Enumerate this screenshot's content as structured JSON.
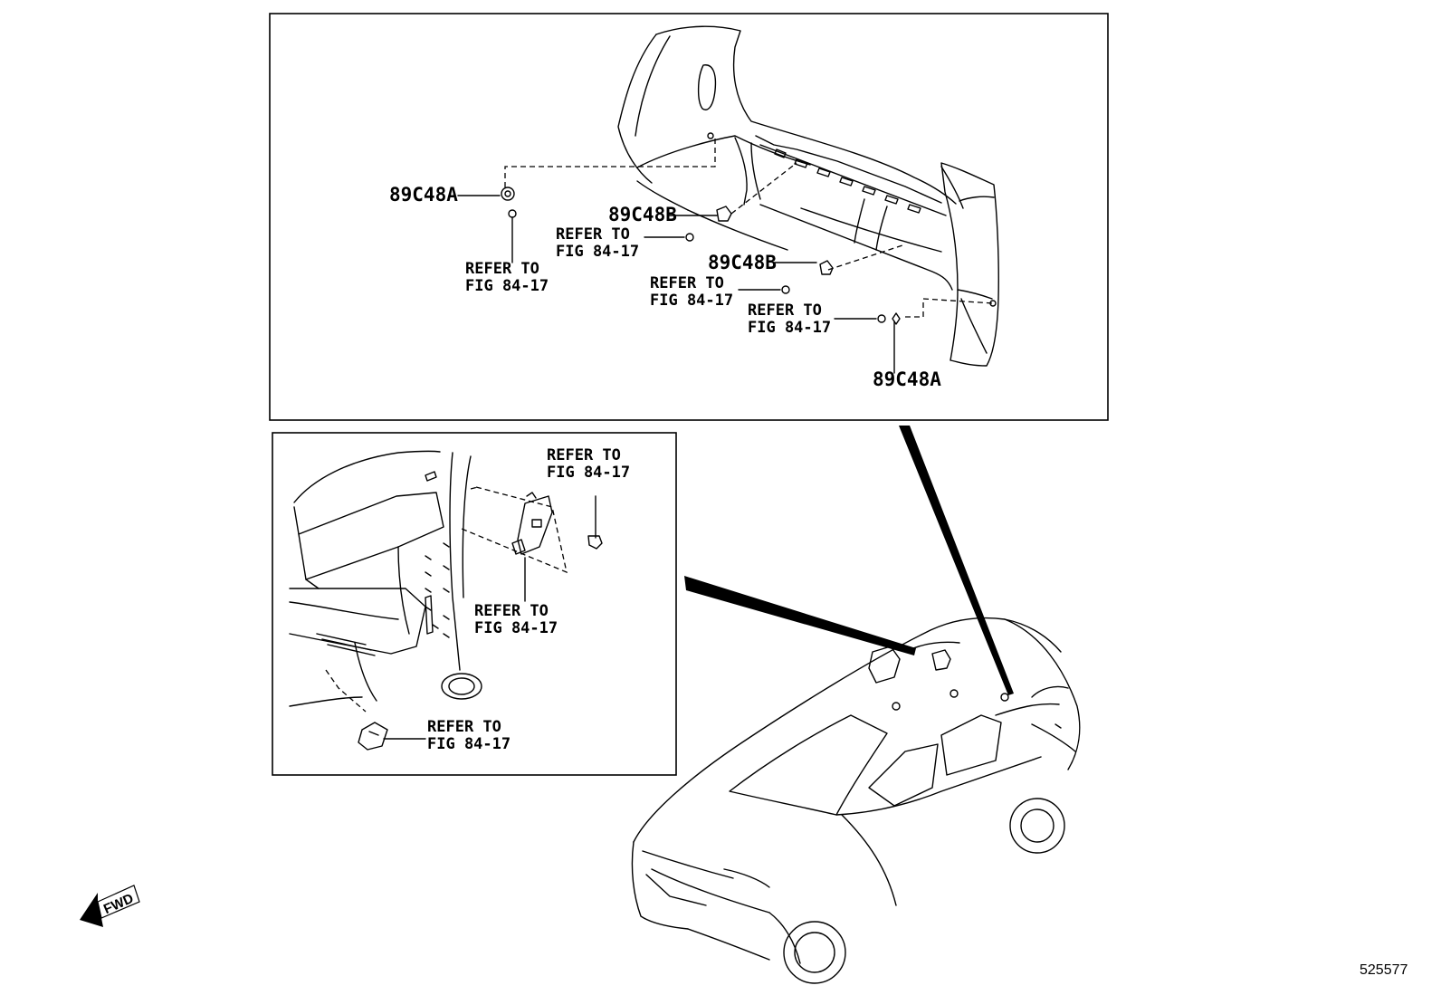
{
  "top_panel": {
    "callouts": [
      {
        "id": "89c48a-left",
        "text": "89C48A"
      },
      {
        "id": "89c48b-upper",
        "text": "89C48B"
      },
      {
        "id": "89c48b-lower",
        "text": "89C48B"
      },
      {
        "id": "89c48a-right",
        "text": "89C48A"
      }
    ],
    "refs": [
      {
        "id": "ref-1",
        "text": "REFER TO\nFIG 84-17"
      },
      {
        "id": "ref-2",
        "text": "REFER TO\nFIG 84-17"
      },
      {
        "id": "ref-3",
        "text": "REFER TO\nFIG 84-17"
      },
      {
        "id": "ref-4",
        "text": "REFER TO\nFIG 84-17"
      }
    ]
  },
  "bottom_panel": {
    "refs": [
      {
        "id": "ref-5",
        "text": "REFER TO\nFIG 84-17"
      },
      {
        "id": "ref-6",
        "text": "REFER TO\nFIG 84-17"
      },
      {
        "id": "ref-7",
        "text": "REFER TO\nFIG 84-17"
      }
    ]
  },
  "fwd_label": "FWD",
  "doc_number": "525577"
}
